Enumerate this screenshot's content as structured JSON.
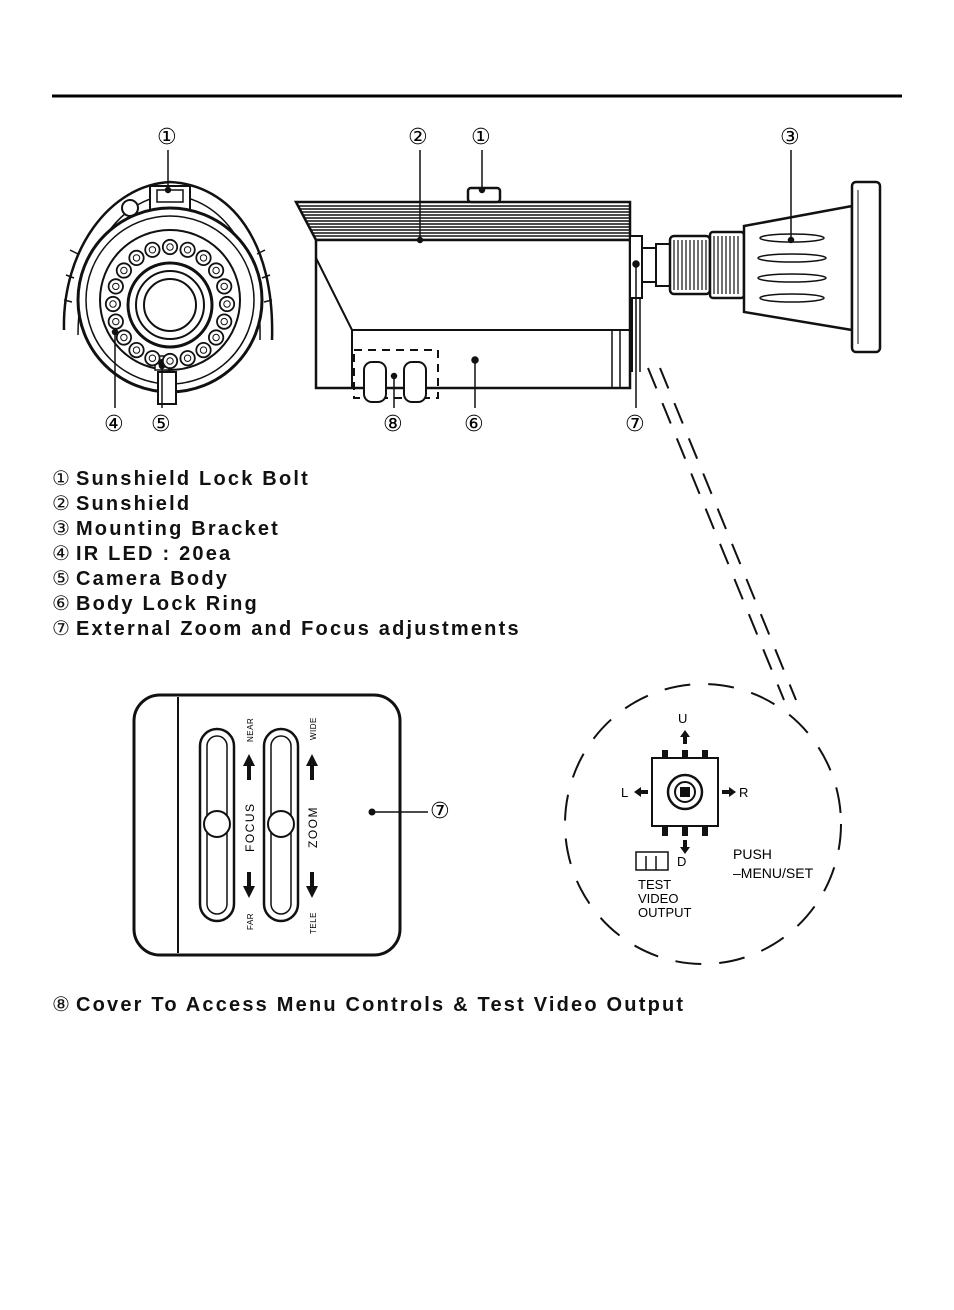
{
  "callouts": {
    "c1": "①",
    "c2": "②",
    "c3": "③",
    "c4": "④",
    "c5": "⑤",
    "c6": "⑥",
    "c7": "⑦",
    "c8": "⑧"
  },
  "legend": [
    {
      "num": "①",
      "text": "Sunshield Lock Bolt"
    },
    {
      "num": "②",
      "text": "Sunshield"
    },
    {
      "num": "③",
      "text": "Mounting Bracket"
    },
    {
      "num": "④",
      "text": "IR LED : 20ea"
    },
    {
      "num": "⑤",
      "text": "Camera Body"
    },
    {
      "num": "⑥",
      "text": "Body Lock Ring"
    },
    {
      "num": "⑦",
      "text": "External Zoom and Focus adjustments"
    }
  ],
  "legend8": {
    "num": "⑧",
    "text": "Cover To Access Menu Controls & Test Video Output"
  },
  "adjust_panel": {
    "focus": "FOCUS",
    "zoom": "ZOOM",
    "near": "NEAR",
    "far": "FAR",
    "wide": "WIDE",
    "tele": "TELE"
  },
  "joystick": {
    "up": "U",
    "down": "D",
    "left": "L",
    "right": "R",
    "push_line1": "PUSH",
    "push_line2": "–MENU/SET",
    "test_line1": "TEST",
    "test_line2": "VIDEO",
    "test_line3": "OUTPUT"
  }
}
